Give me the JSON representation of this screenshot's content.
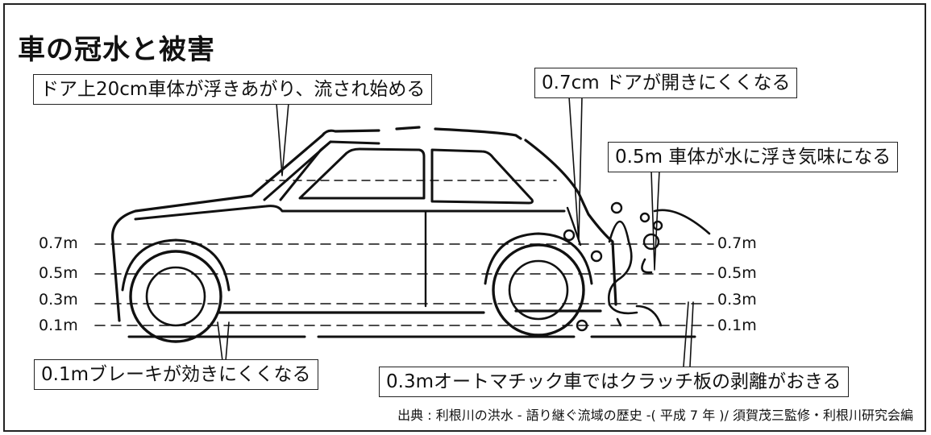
{
  "title": "車の冠水と被害",
  "callouts": {
    "door_top": "ドア上20cm車体が浮きあがり、流され始める",
    "door_open": "0.7cm ドアが開きにくくなる",
    "body_float": "0.5m 車体が水に浮き気味になる",
    "brake": "0.1mブレーキが効きにくくなる",
    "clutch": "0.3mオートマチック車ではクラッチ板の剥離がおきる"
  },
  "levels": {
    "l07": "0.7m",
    "l05": "0.5m",
    "l03": "0.3m",
    "l01": "0.1m"
  },
  "source": "出典 : 利根川の洪水 - 語り継ぐ流域の歴史 -( 平成 7 年 )/ 須賀茂三監修・利根川研究会編"
}
